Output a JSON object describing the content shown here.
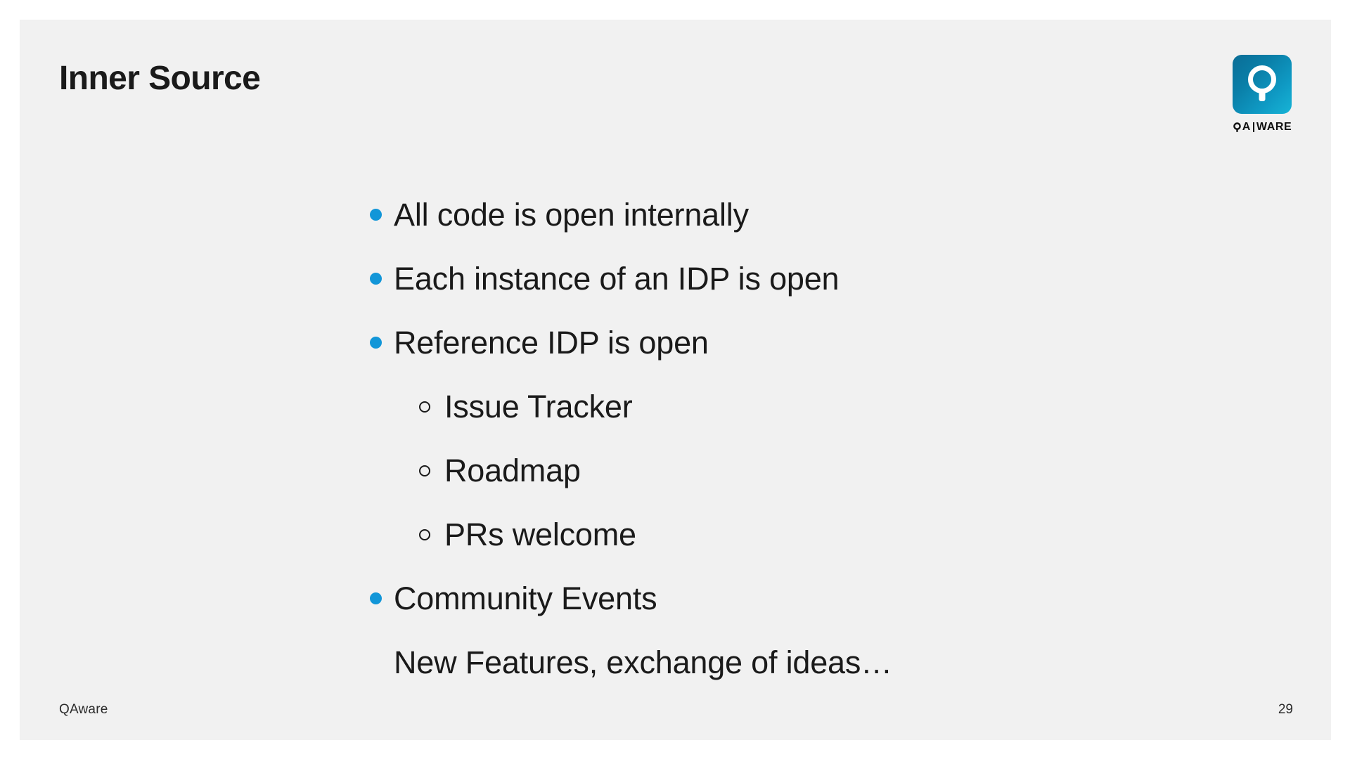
{
  "slide": {
    "title": "Inner Source",
    "background_color": "#f1f1f1",
    "page_background_color": "#ffffff",
    "accent_color": "#1296d8",
    "text_color": "#1a1a1a"
  },
  "logo": {
    "icon_name": "qaware-magnifier-logo",
    "wordmark_prefix": "A",
    "wordmark_suffix": "WARE",
    "wordmark_full": "QA|WARE",
    "gradient_from": "#0b6d96",
    "gradient_to": "#17b4d6"
  },
  "bullets": [
    {
      "level": 1,
      "marker": "filled",
      "text": "All code is open internally"
    },
    {
      "level": 1,
      "marker": "filled",
      "text": "Each instance of an IDP is open"
    },
    {
      "level": 1,
      "marker": "filled",
      "text": "Reference IDP is open"
    },
    {
      "level": 2,
      "marker": "hollow",
      "text": "Issue Tracker"
    },
    {
      "level": 2,
      "marker": "hollow",
      "text": "Roadmap"
    },
    {
      "level": 2,
      "marker": "hollow",
      "text": "PRs welcome"
    },
    {
      "level": 1,
      "marker": "filled",
      "text": "Community Events"
    },
    {
      "level": 1,
      "marker": "none",
      "text": "New Features, exchange of ideas…"
    }
  ],
  "footer": {
    "company": "QAware",
    "page_number": "29"
  }
}
